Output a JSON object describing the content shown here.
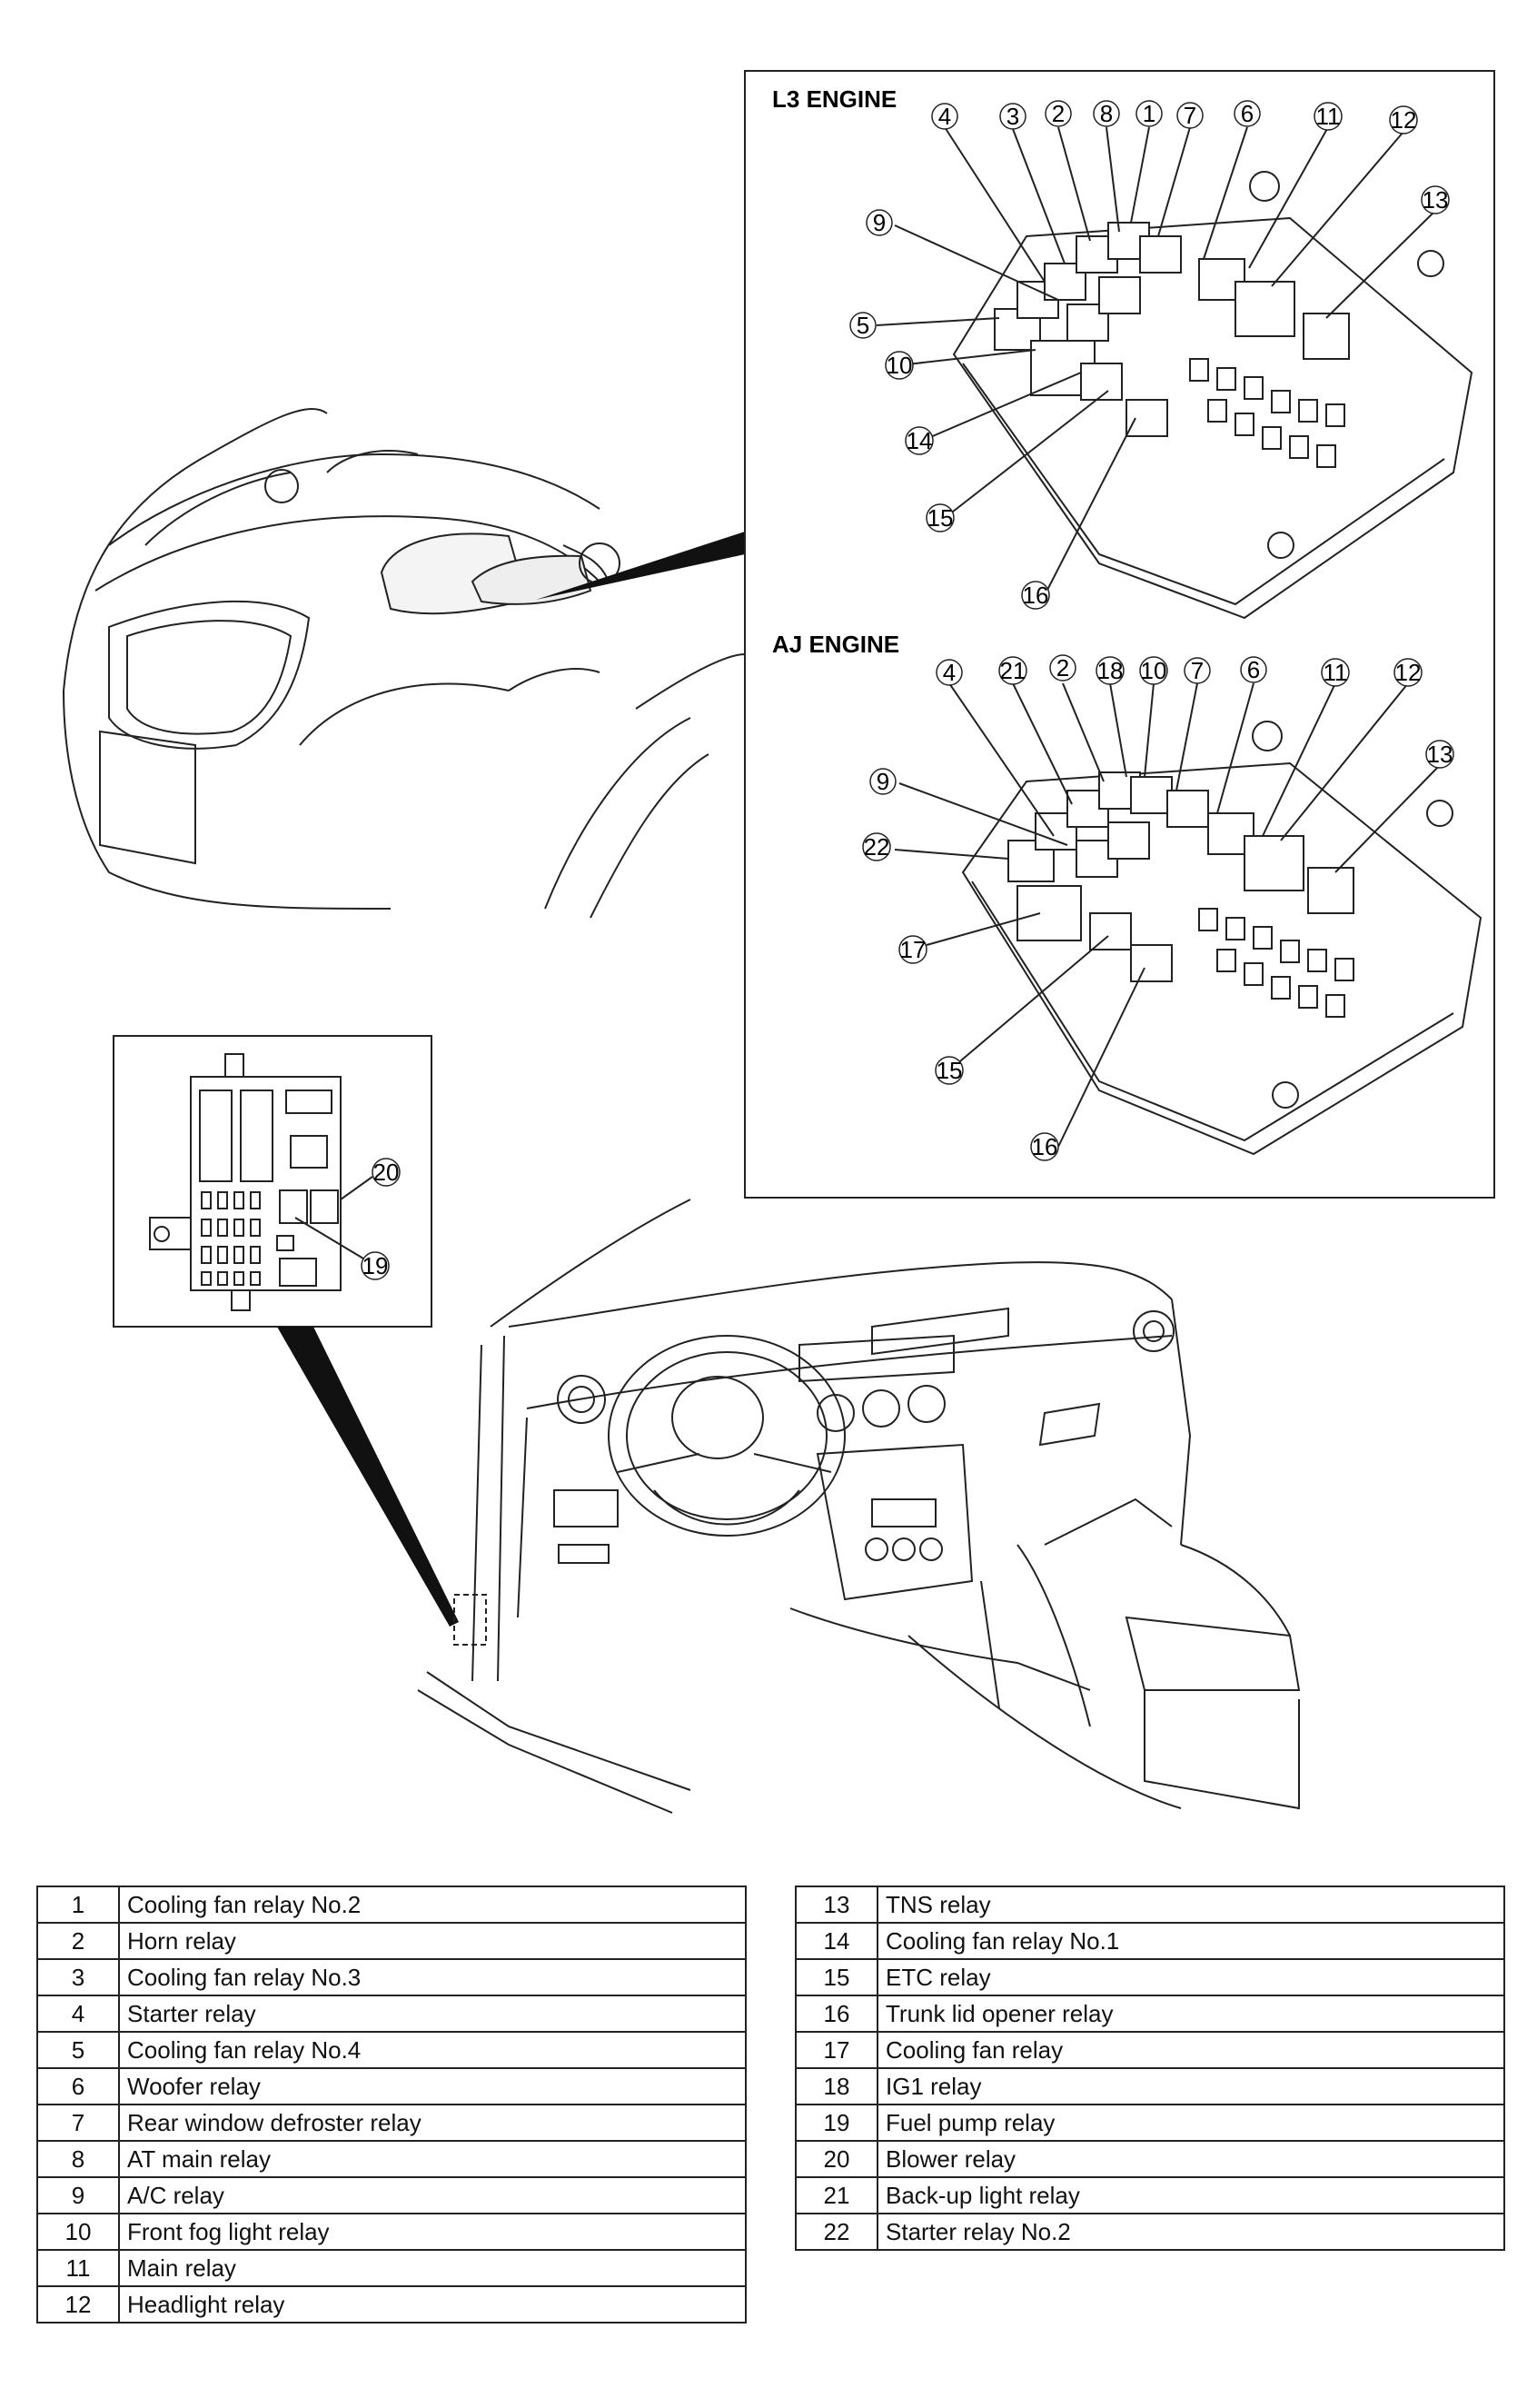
{
  "panels": {
    "l3_title": "L3 ENGINE",
    "aj_title": "AJ ENGINE"
  },
  "callouts": {
    "l3": [
      "4",
      "3",
      "2",
      "8",
      "1",
      "7",
      "6",
      "11",
      "12",
      "13",
      "9",
      "5",
      "10",
      "14",
      "15",
      "16"
    ],
    "aj": [
      "4",
      "21",
      "2",
      "18",
      "10",
      "7",
      "6",
      "11",
      "12",
      "13",
      "9",
      "22",
      "17",
      "15",
      "16"
    ],
    "interior": [
      "20",
      "19"
    ]
  },
  "legend_left": [
    {
      "num": "1",
      "label": "Cooling fan relay No.2"
    },
    {
      "num": "2",
      "label": "Horn relay"
    },
    {
      "num": "3",
      "label": "Cooling fan relay No.3"
    },
    {
      "num": "4",
      "label": "Starter relay"
    },
    {
      "num": "5",
      "label": "Cooling fan relay No.4"
    },
    {
      "num": "6",
      "label": "Woofer relay"
    },
    {
      "num": "7",
      "label": "Rear window defroster relay"
    },
    {
      "num": "8",
      "label": "AT main relay"
    },
    {
      "num": "9",
      "label": "A/C relay"
    },
    {
      "num": "10",
      "label": "Front fog light relay"
    },
    {
      "num": "11",
      "label": "Main relay"
    },
    {
      "num": "12",
      "label": "Headlight relay"
    }
  ],
  "legend_right": [
    {
      "num": "13",
      "label": "TNS relay"
    },
    {
      "num": "14",
      "label": "Cooling fan relay No.1"
    },
    {
      "num": "15",
      "label": "ETC relay"
    },
    {
      "num": "16",
      "label": "Trunk lid opener relay"
    },
    {
      "num": "17",
      "label": "Cooling fan relay"
    },
    {
      "num": "18",
      "label": "IG1 relay"
    },
    {
      "num": "19",
      "label": "Fuel pump relay"
    },
    {
      "num": "20",
      "label": "Blower relay"
    },
    {
      "num": "21",
      "label": "Back-up light relay"
    },
    {
      "num": "22",
      "label": "Starter relay No.2"
    }
  ]
}
